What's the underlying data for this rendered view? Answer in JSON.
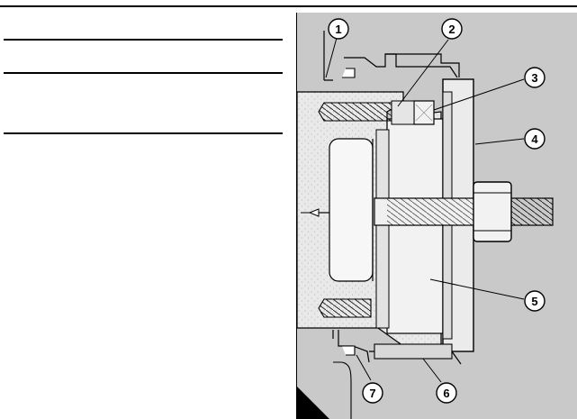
{
  "figure": {
    "callouts": [
      "1",
      "2",
      "3",
      "4",
      "5",
      "6",
      "7"
    ]
  },
  "colors": {
    "casting": "#c9c9c9",
    "plate": "#e8e8e8",
    "tool": "#f4f4f4",
    "line": "#000000"
  }
}
